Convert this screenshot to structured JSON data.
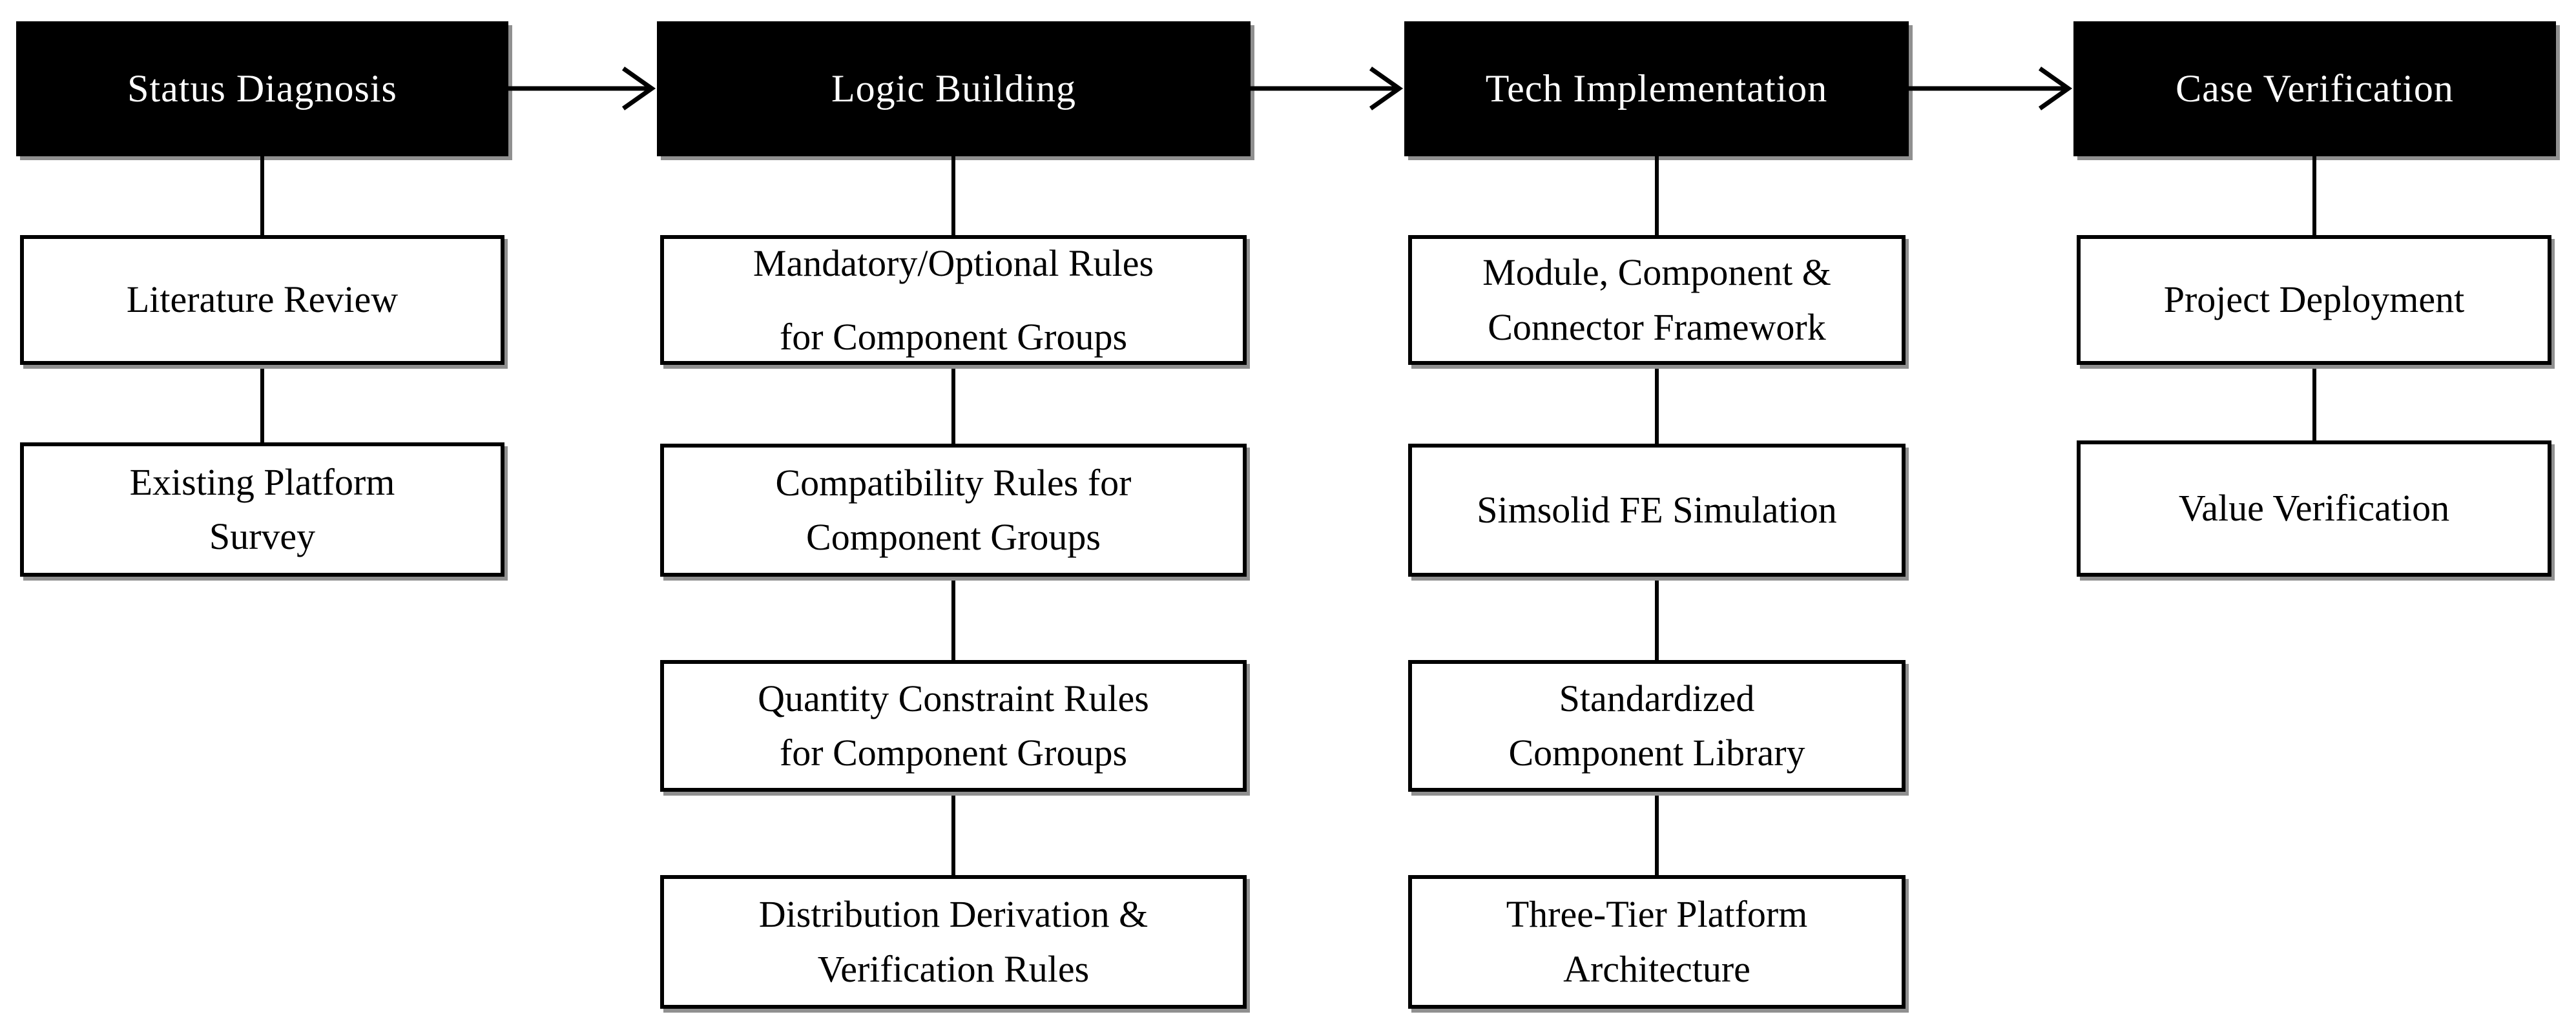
{
  "colors": {
    "stage_bg": "#000000",
    "stage_text": "#ffffff",
    "box_bg": "#ffffff",
    "box_border": "#000000",
    "box_text": "#000000",
    "connector": "#000000",
    "shadow": "#909090"
  },
  "columns": [
    {
      "id": "status-diagnosis",
      "header": "Status Diagnosis",
      "boxes": [
        {
          "lines": [
            "Literature Review"
          ]
        },
        {
          "lines": [
            "Existing Platform",
            "Survey"
          ]
        }
      ]
    },
    {
      "id": "logic-building",
      "header": "Logic Building",
      "boxes": [
        {
          "lines": [
            "Mandatory/Optional Rules",
            "for Component Groups"
          ]
        },
        {
          "lines": [
            "Compatibility Rules for",
            "Component Groups"
          ]
        },
        {
          "lines": [
            "Quantity Constraint Rules",
            "for Component Groups"
          ]
        },
        {
          "lines": [
            "Distribution Derivation &",
            "Verification Rules"
          ]
        }
      ]
    },
    {
      "id": "tech-implementation",
      "header": "Tech Implementation",
      "boxes": [
        {
          "lines": [
            "Module, Component &",
            "Connector Framework"
          ]
        },
        {
          "lines": [
            "Simsolid FE Simulation"
          ]
        },
        {
          "lines": [
            "Standardized",
            "Component Library"
          ]
        },
        {
          "lines": [
            "Three-Tier Platform",
            "Architecture"
          ]
        }
      ]
    },
    {
      "id": "case-verification",
      "header": "Case Verification",
      "boxes": [
        {
          "lines": [
            "Project Deployment"
          ]
        },
        {
          "lines": [
            "Value Verification"
          ]
        }
      ]
    }
  ]
}
